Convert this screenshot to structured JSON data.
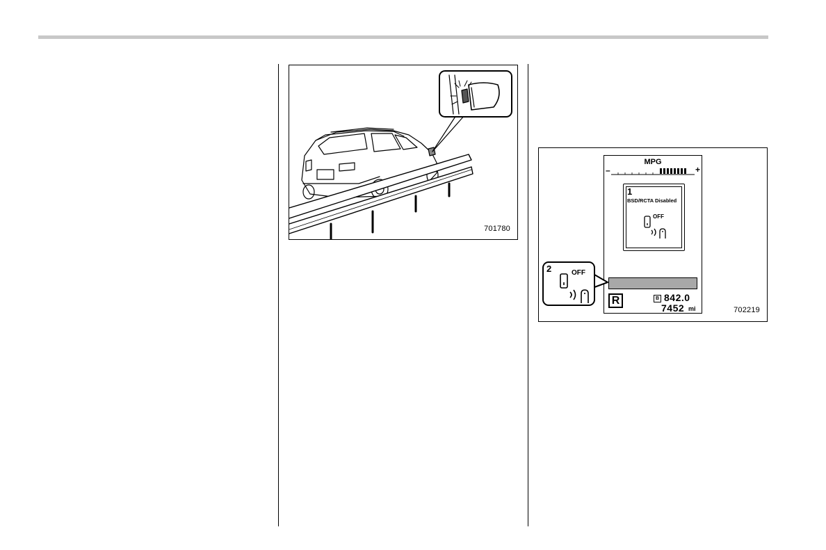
{
  "figures": {
    "car": {
      "id": "701780"
    },
    "display": {
      "id": "702219",
      "mpg_label": "MPG",
      "minus": "–",
      "plus": "+",
      "message_number": "1",
      "message_text": "BSD/RCTA Disabled",
      "off_label": "OFF",
      "callout_number": "2",
      "callout_off_label": "OFF",
      "gear": "R",
      "trip_icon": "B",
      "trip": "842.0",
      "odometer": "7452",
      "odometer_unit": "mi"
    }
  }
}
